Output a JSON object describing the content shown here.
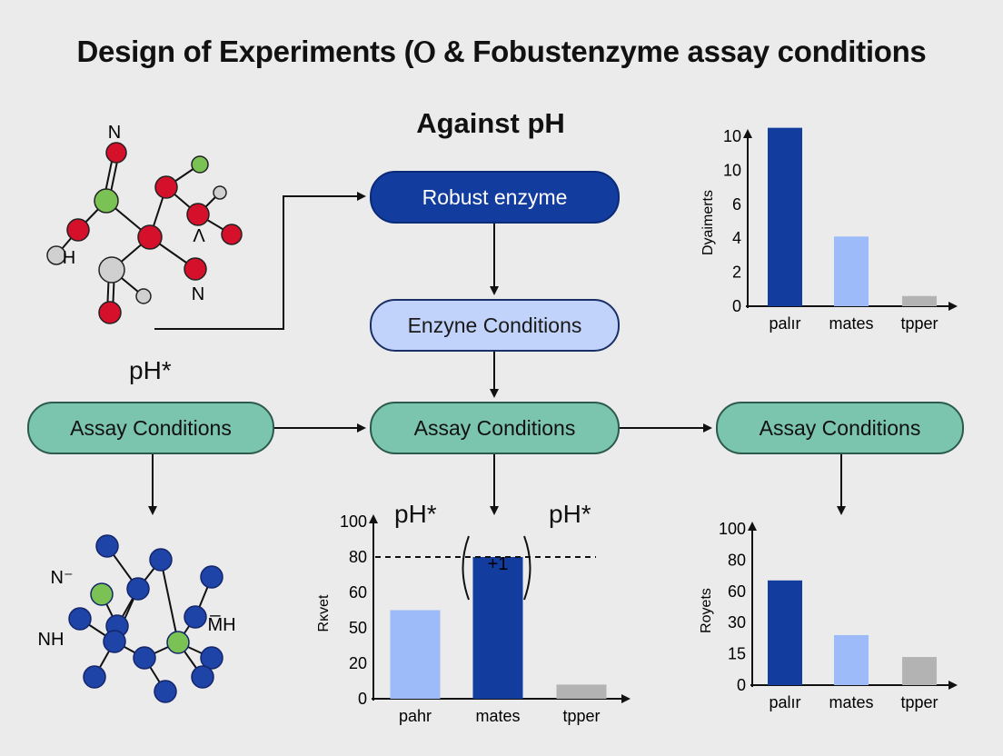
{
  "title": "Design of Experiments (Ⲟ & Fobustenzyme assay conditions",
  "subtitle": "Against pH",
  "flow": {
    "robust_enzyme": "Robust enzyme",
    "enzyme_conditions": "Enzyne Conditions",
    "assay_left": "Assay Conditions",
    "assay_center": "Assay Conditions",
    "assay_right": "Assay Conditions"
  },
  "labels": {
    "ph_left": "pH*",
    "ph_center_left": "pH*",
    "ph_center_right": "pH*",
    "bracket_marker": "+1"
  },
  "molecule_top": {
    "atom_labels": [
      "N",
      "H",
      "N",
      "Λ"
    ]
  },
  "molecule_bottom": {
    "atom_labels": [
      "N⁻",
      "NH",
      "M̅H"
    ]
  },
  "colors": {
    "dark_blue": "#123c9e",
    "light_blue": "#9dbbf9",
    "gray": "#b3b3b3",
    "teal": "#7bc4ae",
    "atom_red": "#d4102a",
    "atom_green": "#7ac254",
    "atom_white": "#d0d0d0",
    "atom_blue": "#1f44a8"
  },
  "chart_data": [
    {
      "type": "bar",
      "categories": [
        "palır",
        "mates",
        "tpper"
      ],
      "values": [
        10.5,
        4.1,
        0.6
      ],
      "ylabel": "Dyaimerts",
      "yticks": [
        "0",
        "2",
        "4",
        "6",
        "10",
        "10"
      ],
      "ylim": [
        0,
        10
      ],
      "bar_colors": [
        "dark_blue",
        "light_blue",
        "gray"
      ]
    },
    {
      "type": "bar",
      "categories": [
        "pahr",
        "mates",
        "tpper"
      ],
      "values": [
        50,
        80,
        8
      ],
      "ylabel": "Rᴋvet",
      "yticks": [
        "0",
        "20",
        "50",
        "60",
        "80",
        "100"
      ],
      "ylim": [
        0,
        100
      ],
      "reference_line": 80,
      "bar_colors": [
        "light_blue",
        "dark_blue",
        "gray"
      ]
    },
    {
      "type": "bar",
      "categories": [
        "palır",
        "mates",
        "tpper"
      ],
      "values": [
        67,
        32,
        18
      ],
      "ylabel": "Royets",
      "yticks": [
        "0",
        "15",
        "30",
        "60",
        "80",
        "100"
      ],
      "ylim": [
        0,
        100
      ],
      "bar_colors": [
        "dark_blue",
        "light_blue",
        "gray"
      ]
    }
  ]
}
